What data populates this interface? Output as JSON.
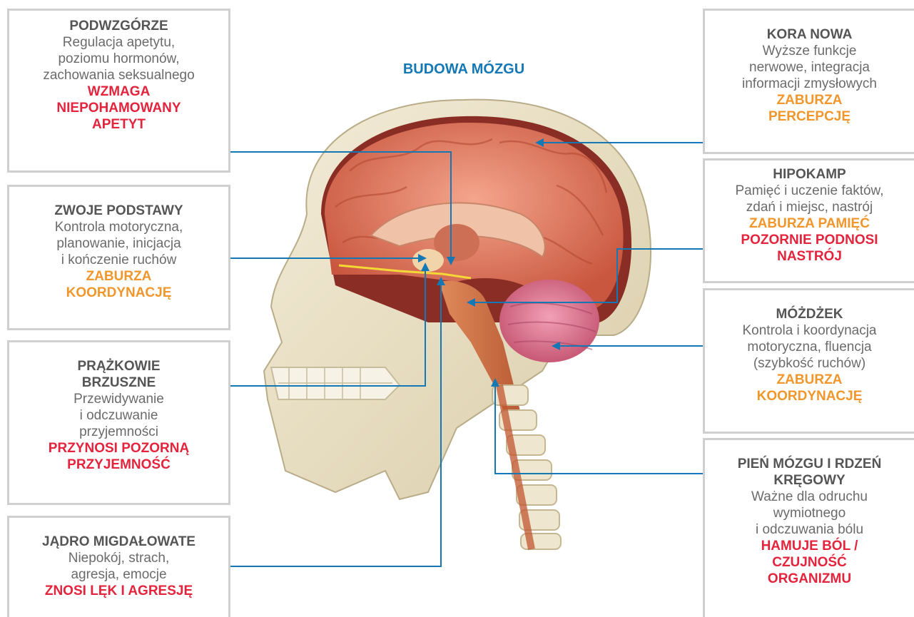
{
  "title": "BUDOWA MÓZGU",
  "colors": {
    "line": "#1478b4",
    "effect_orange": "#f0962b",
    "effect_red": "#e4233c",
    "border": "#cfcfcf",
    "title": "#1478b4"
  },
  "boxes": {
    "podwzgorze": {
      "title": "PODWZGÓRZE",
      "desc": "Regulacja apetytu,\npoziomu hormonów,\nzachowania seksualnego",
      "effect": "WZMAGA\nNIEPOHAMOWANY\nAPETYT"
    },
    "zwoje": {
      "title": "ZWOJE PODSTAWY",
      "desc": "Kontrola motoryczna,\nplanowanie, inicjacja\ni kończenie ruchów",
      "effect": "ZABURZA\nKOORDYNACJĘ"
    },
    "prazkowie": {
      "title": "PRĄŻKOWIE\nBRZUSZNE",
      "desc": "Przewidywanie\ni odczuwanie\nprzyjemności",
      "effect": "PRZYNOSI POZORNĄ\nPRZYJEMNOŚĆ"
    },
    "migdal": {
      "title": "JĄDRO MIGDAŁOWATE",
      "desc": "Niepokój, strach,\nagresja, emocje",
      "effect": "ZNOSI LĘK I AGRESJĘ"
    },
    "kora": {
      "title": "KORA NOWA",
      "desc": "Wyższe funkcje\nnerwowe, integracja\ninformacji zmysłowych",
      "effect": "ZABURZA\nPERCEPCJĘ"
    },
    "hipokamp": {
      "title": "HIPOKAMP",
      "desc": "Pamięć i uczenie faktów,\nzdań i miejsc, nastrój",
      "effect": "ZABURZA PAMIĘĆ",
      "effect2": "POZORNIE PODNOSI\nNASTRÓJ"
    },
    "mozdzek": {
      "title": "MÓŻDŻEK",
      "desc": "Kontrola i koordynacja\nmotoryczna, fluencja\n(szybkość ruchów)",
      "effect": "ZABURZA\nKOORDYNACJĘ"
    },
    "pien": {
      "title": "PIEŃ MÓZGU I RDZEŃ\nKRĘGOWY",
      "desc": "Ważne dla odruchu\nwymiotnego\ni odczuwania bólu",
      "effect": "HAMUJE BÓL /\nCZUJNOŚĆ\nORGANIZMU"
    }
  }
}
